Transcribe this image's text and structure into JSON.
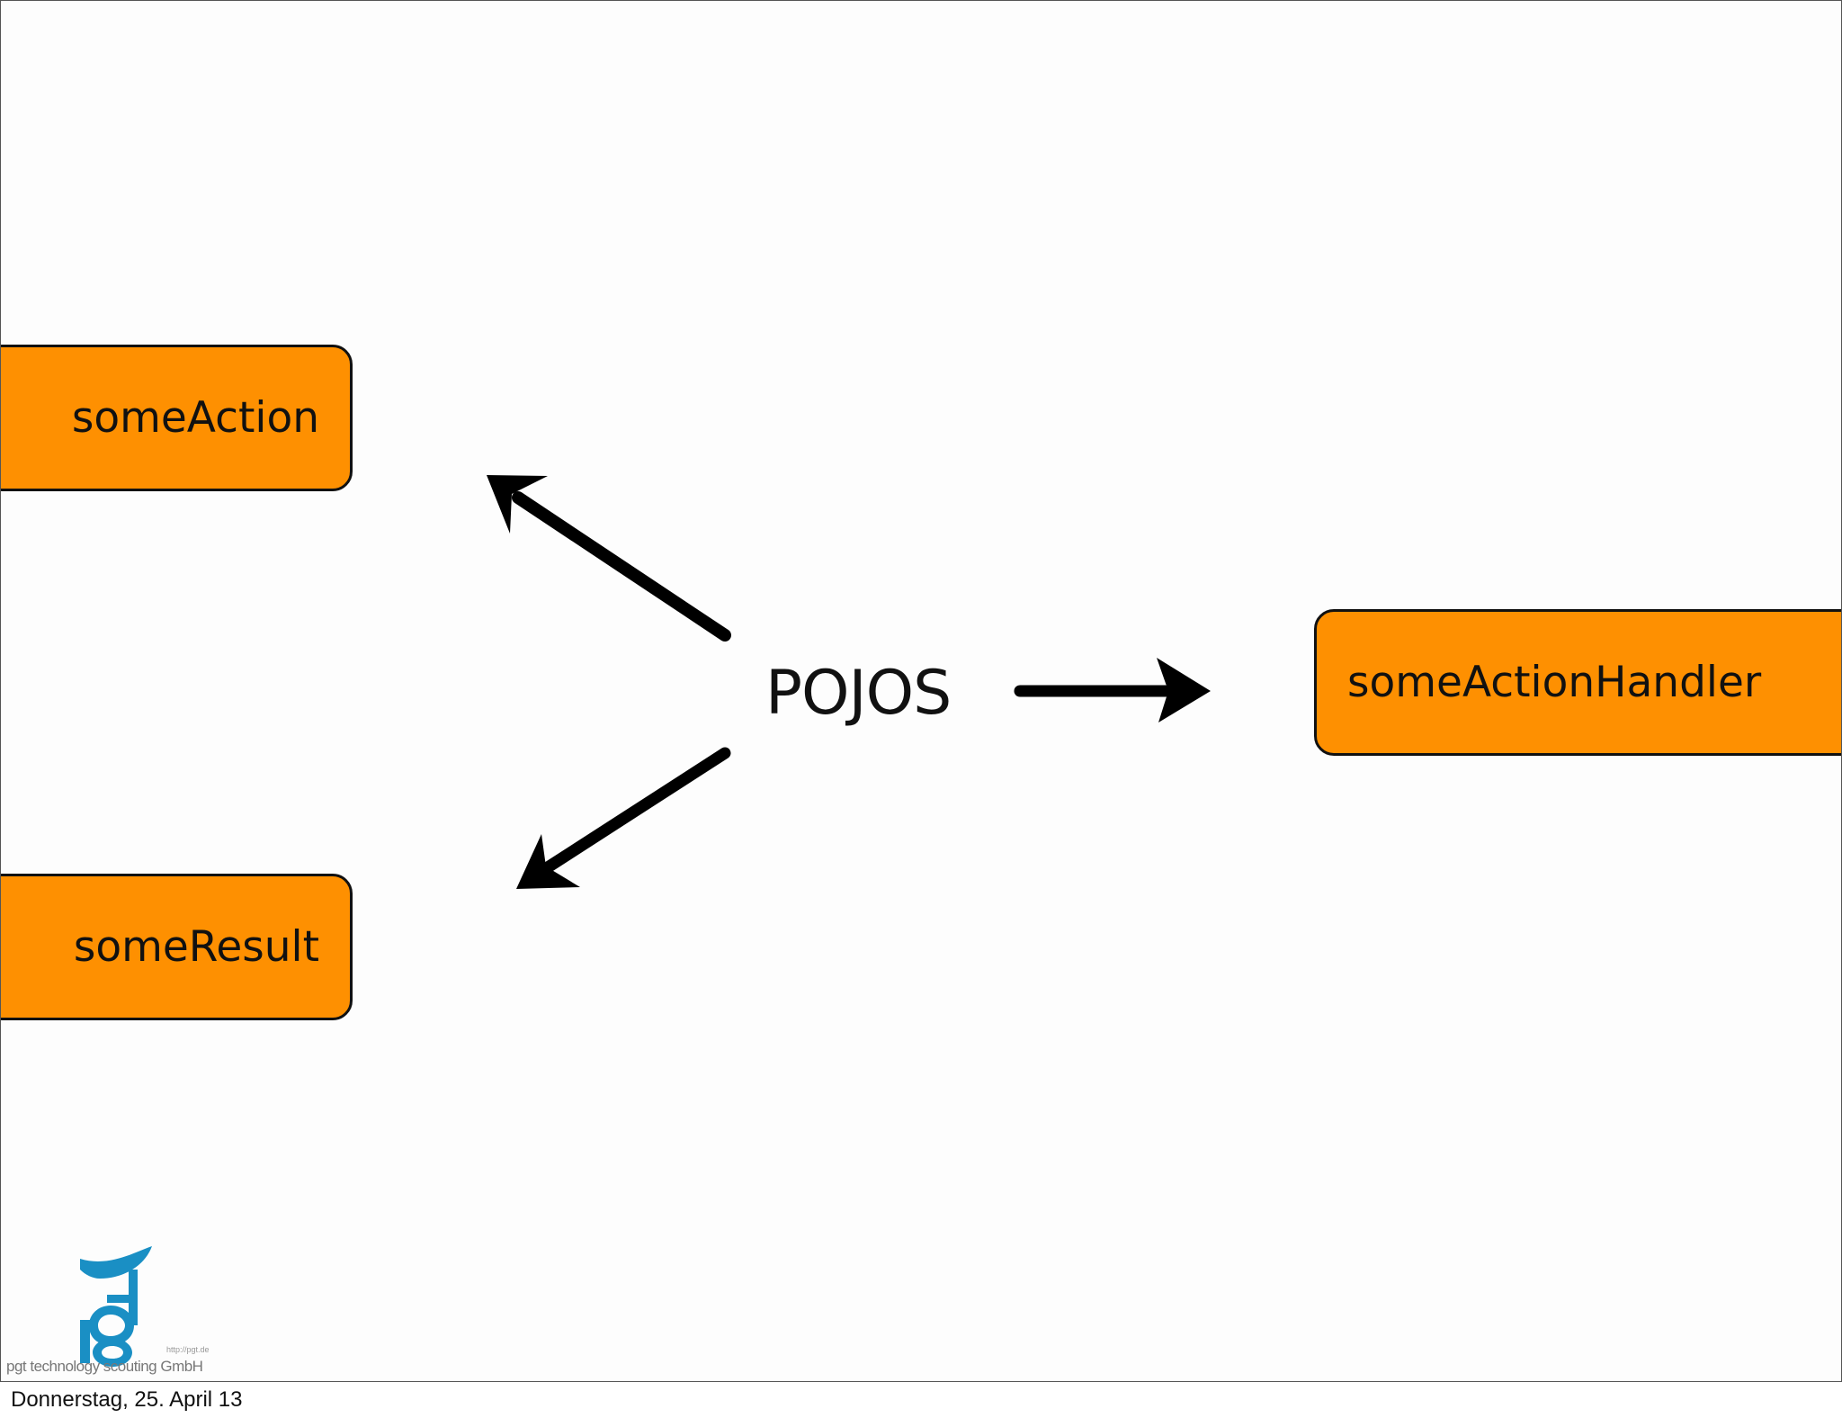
{
  "slide": {
    "boxes": {
      "action": "someAction",
      "result": "someResult",
      "handler": "someActionHandler"
    },
    "center_label": "POJOS",
    "logo": {
      "mark": "pgt",
      "tagline": "pgt technology scouting GmbH",
      "url": "http://pgt.de"
    },
    "colors": {
      "box_fill": "#fe9001",
      "box_border": "#111111",
      "logo_blue": "#1a8fc4"
    }
  },
  "footer": {
    "date": "Donnerstag, 25. April 13"
  }
}
